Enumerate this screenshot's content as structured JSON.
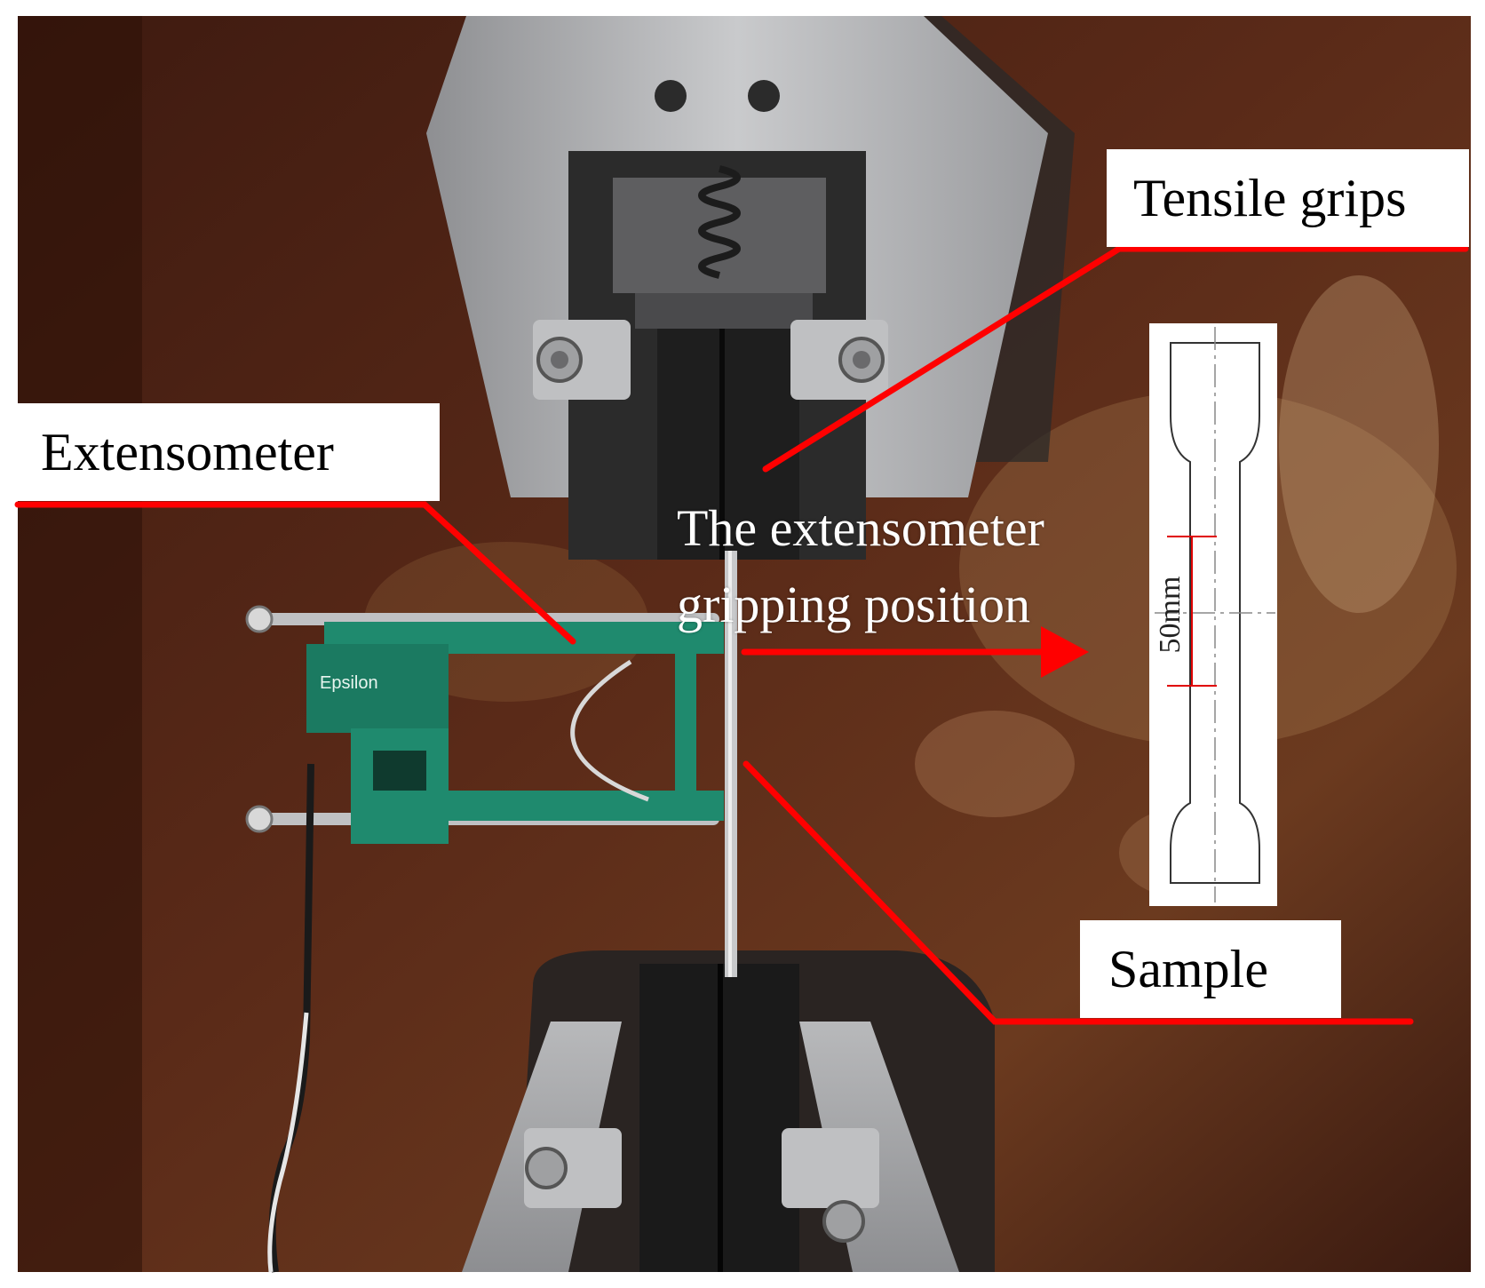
{
  "labels": {
    "tensile_grips": "Tensile grips",
    "extensometer": "Extensometer",
    "sample": "Sample",
    "gripping_position_line1": "The extensometer",
    "gripping_position_line2": "gripping position",
    "gauge_length": "50mm"
  },
  "colors": {
    "annotation_line": "#ff0000",
    "label_box": "#ffffff",
    "background_wall": "#5a2a1a",
    "extensometer_body": "#1f8a6e",
    "grip_metal": "#a8a9ab"
  }
}
